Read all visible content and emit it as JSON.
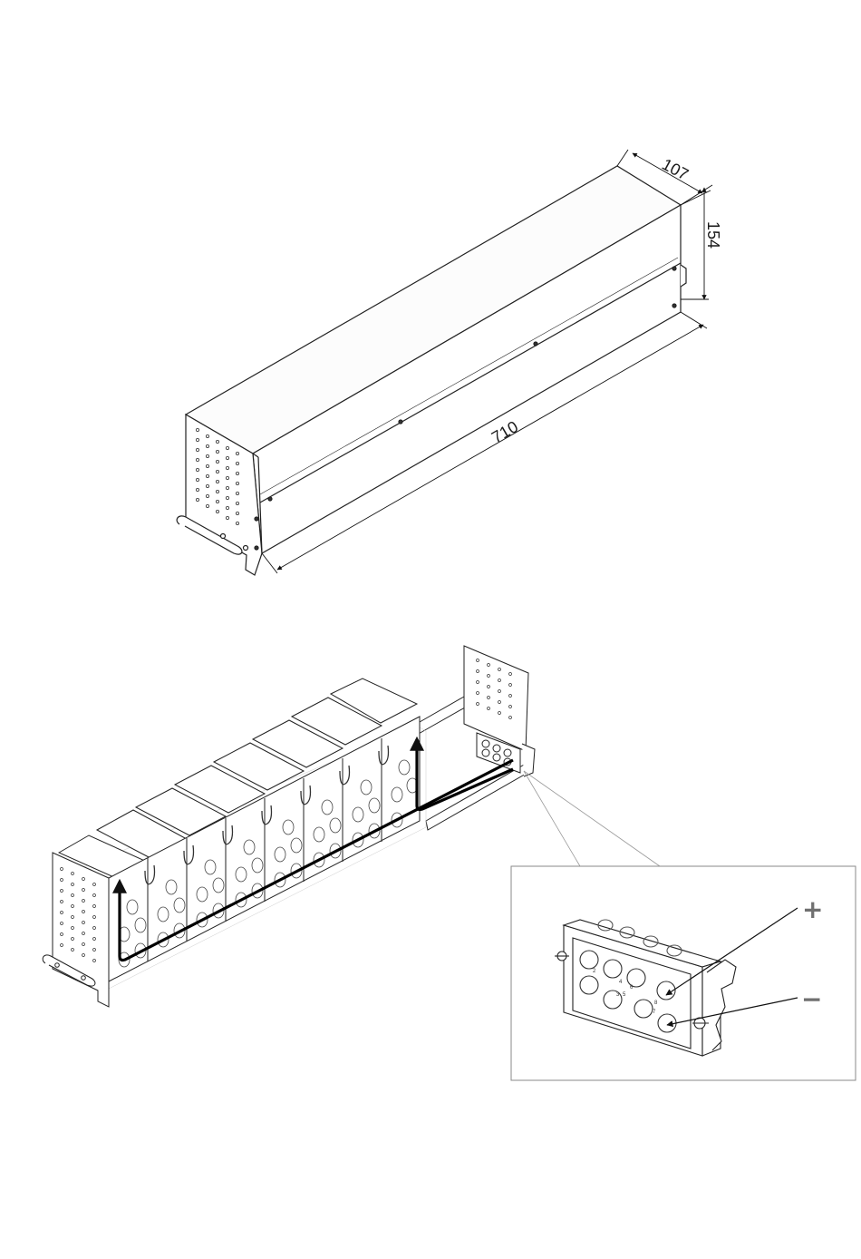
{
  "dimensions": {
    "depth": "107",
    "height": "154",
    "length": "710"
  },
  "terminal_block": {
    "pin_labels": [
      "2",
      "4",
      "3",
      "5",
      "6",
      "8",
      "7"
    ],
    "plus_label": "+",
    "minus_label": "−"
  }
}
